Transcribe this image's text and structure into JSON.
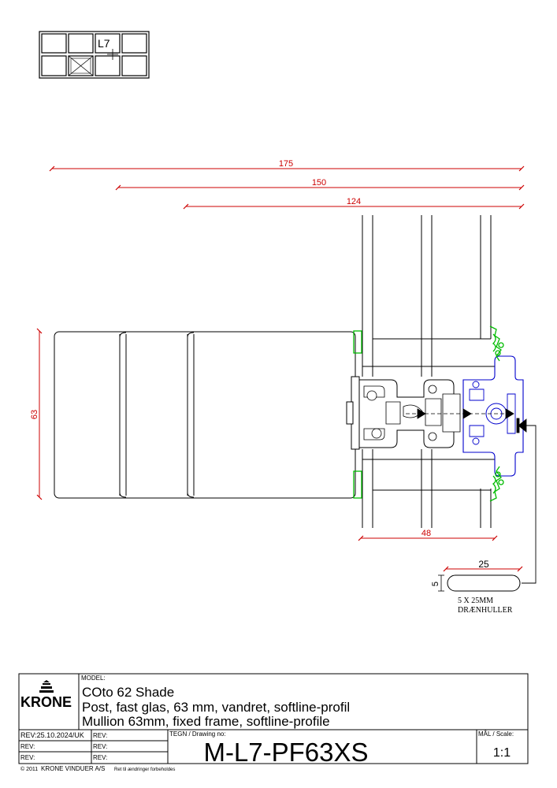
{
  "key_plan": {
    "label": "L7"
  },
  "dimensions": {
    "d175": "175",
    "d150": "150",
    "d124": "124",
    "d63": "63",
    "d48": "48",
    "d25": "25",
    "d5": "5"
  },
  "drain_note": {
    "line1": "5 X 25MM",
    "line2": "DRÆNHULLER"
  },
  "title_block": {
    "brand": "KRONE",
    "model_label": "MODEL:",
    "model_name": "COto 62 Shade",
    "desc_da": "Post, fast glas, 63 mm, vandret, softline-profil",
    "desc_en": "Mullion 63mm, fixed frame, softline-profile",
    "rev_main": "REV:25.10.2024/UK",
    "rev_label": "REV:",
    "drawing_label": "TEGN / Drawing no:",
    "drawing_no": "M-L7-PF63XS",
    "scale_label": "MÅL / Scale:",
    "scale": "1:1",
    "footer_year": "© 2011",
    "footer_company": "KRONE VINDUER A/S",
    "footer_note": "Ret til ændringer forbeholdes"
  },
  "colors": {
    "dimension": "#cc0000",
    "gasket": "#00bb00",
    "profile_blue": "#0000cc",
    "line": "#000000"
  }
}
